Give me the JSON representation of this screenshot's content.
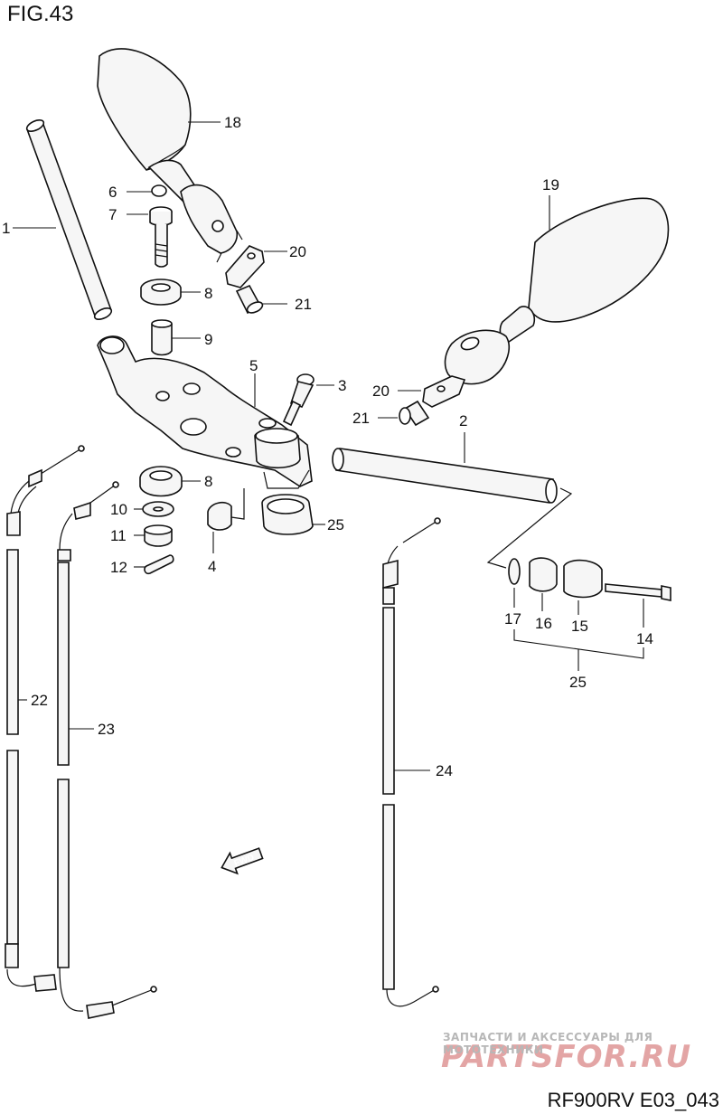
{
  "figure": {
    "title": "FIG.43",
    "code": "RF900RV E03_043"
  },
  "watermark": {
    "tagline": "ЗАПЧАСТИ И АКСЕССУАРЫ ДЛЯ МОТОТЕХНИКИ",
    "brand": "PARTSFOR.RU"
  },
  "direction_arrow": "FWD",
  "callouts": {
    "c1": "1",
    "c2": "2",
    "c3": "3",
    "c4": "4",
    "c5": "5",
    "c6": "6",
    "c7": "7",
    "c8a": "8",
    "c8b": "8",
    "c9": "9",
    "c10": "10",
    "c11": "11",
    "c12": "12",
    "c14": "14",
    "c15": "15",
    "c16": "16",
    "c17": "17",
    "c18": "18",
    "c19": "19",
    "c20a": "20",
    "c20b": "20",
    "c21a": "21",
    "c21b": "21",
    "c22": "22",
    "c23": "23",
    "c24": "24",
    "c25a": "25",
    "c25b": "25"
  },
  "colors": {
    "line": "#111111",
    "watermark_brand": "#e3a5a5",
    "watermark_text": "#b7b7b7"
  }
}
